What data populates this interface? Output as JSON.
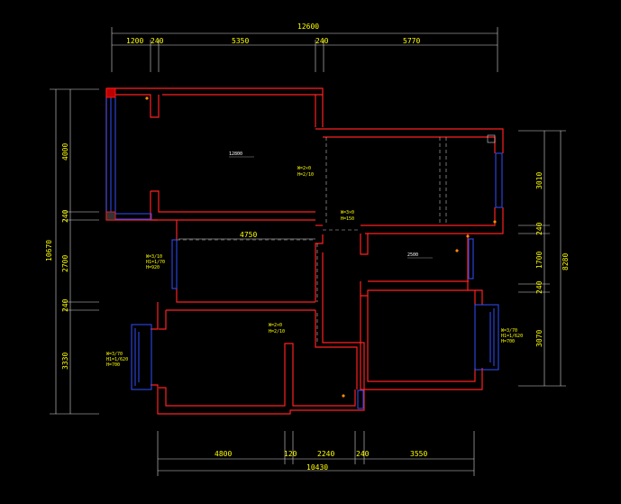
{
  "dimensions": {
    "top_total": "12600",
    "top_segments": [
      "1200",
      "240",
      "5350",
      "240",
      "5770"
    ],
    "bottom_total": "10430",
    "bottom_segments": [
      "4800",
      "120",
      "2240",
      "240",
      "3550"
    ],
    "left_total": "10670",
    "left_segments": [
      "4000",
      "240",
      "2700",
      "240",
      "3330"
    ],
    "right_total": "8280",
    "right_segments": [
      "3010",
      "240",
      "1700",
      "240",
      "3070"
    ],
    "inner_width": "4750"
  },
  "rooms": {
    "main_label": "12800",
    "small_label": "2500"
  },
  "openings": {
    "door_a": [
      "W=2×0",
      "H=2/10"
    ],
    "door_b": [
      "W=3×0",
      "H=150"
    ],
    "door_c": [
      "W=2×0",
      "H=2/10"
    ],
    "window_a": [
      "W=3/10",
      "H1=1/70",
      "H=920"
    ],
    "window_b": [
      "W=3/70",
      "H1=1/620",
      "H=700"
    ],
    "window_c": [
      "W=3/70",
      "H1=1/620",
      "H=700"
    ]
  },
  "colors": {
    "background": "#000000",
    "wall": "#ff2020",
    "dimension_text": "#ffff00",
    "window": "#3050ff",
    "dimension_line": "#d8d8d8"
  }
}
